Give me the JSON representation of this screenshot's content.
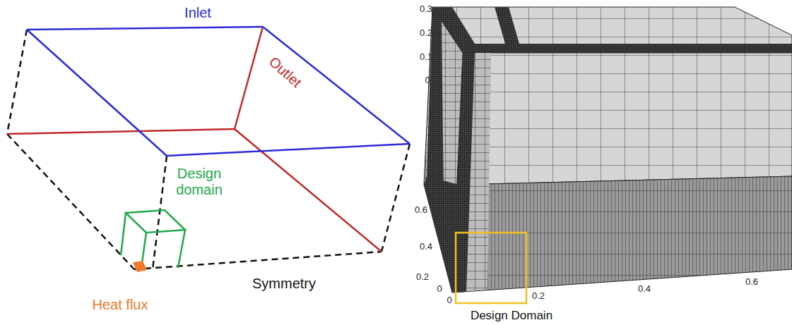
{
  "diagram": {
    "labels": [
      "Inlet",
      "Outlet",
      "Design domain",
      "Heat flux",
      "Symmetry",
      "0.3",
      "0.2",
      "0.1",
      "0",
      "0.6",
      "0.4",
      "0.2",
      "0",
      "0",
      "0.2",
      "0.4",
      "0.6",
      "Design Domain"
    ]
  }
}
